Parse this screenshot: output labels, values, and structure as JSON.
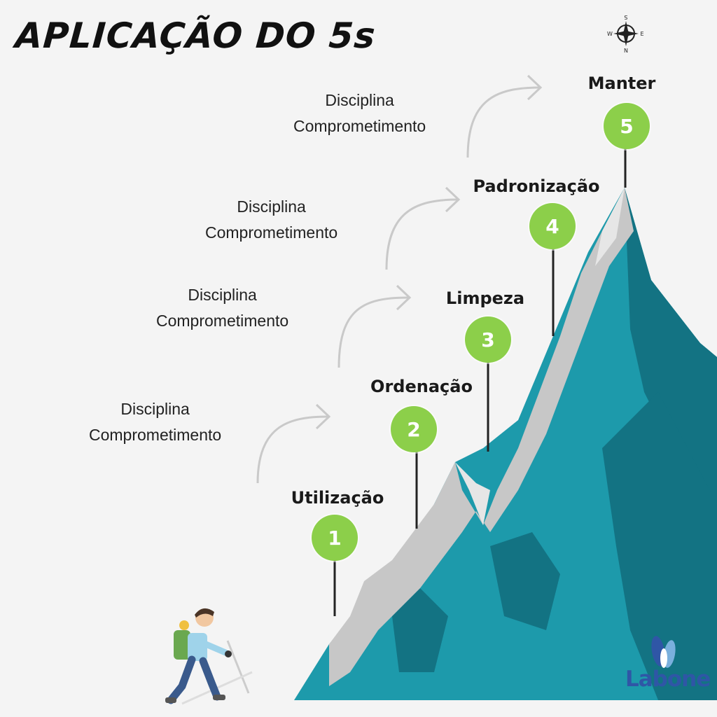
{
  "title": "APLICAÇÃO DO 5s",
  "steps": [
    {
      "number": "1",
      "label": "Utilização"
    },
    {
      "number": "2",
      "label": "Ordenação"
    },
    {
      "number": "3",
      "label": "Limpeza"
    },
    {
      "number": "4",
      "label": "Padronização"
    },
    {
      "number": "5",
      "label": "Manter"
    }
  ],
  "transitions": [
    {
      "line1": "Disciplina",
      "line2": "Comprometimento"
    },
    {
      "line1": "Disciplina",
      "line2": "Comprometimento"
    },
    {
      "line1": "Disciplina",
      "line2": "Comprometimento"
    },
    {
      "line1": "Disciplina",
      "line2": "Comprometimento"
    }
  ],
  "brand": {
    "name": "Labone"
  },
  "compass_letters": {
    "n": "N",
    "s": "S",
    "e": "E",
    "w": "W"
  },
  "colors": {
    "step_circle": "#8ccf4a",
    "mountain": "#1d9aab",
    "mountain_dark": "#137383",
    "snow": "#c7c7c7",
    "brand": "#2f56a6"
  }
}
